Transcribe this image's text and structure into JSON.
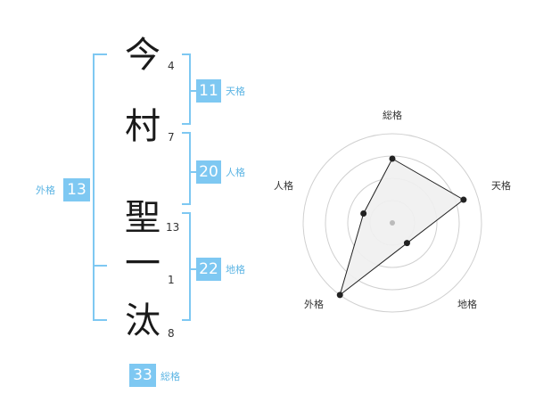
{
  "name": {
    "chars": [
      {
        "char": "今",
        "strokes": "4"
      },
      {
        "char": "村",
        "strokes": "7"
      },
      {
        "char": "聖",
        "strokes": "13"
      },
      {
        "char": "一",
        "strokes": "1"
      },
      {
        "char": "汰",
        "strokes": "8"
      }
    ]
  },
  "fortune": {
    "tenkaku": {
      "value": "11",
      "label": "天格"
    },
    "jinkaku": {
      "value": "20",
      "label": "人格"
    },
    "chikaku": {
      "value": "22",
      "label": "地格"
    },
    "gaikaku": {
      "value": "13",
      "label": "外格"
    },
    "soukaku": {
      "value": "33",
      "label": "総格"
    }
  },
  "chart_data": {
    "type": "radar",
    "axes": [
      "総格",
      "天格",
      "地格",
      "外格",
      "人格"
    ],
    "rmax": 5,
    "rings": 4,
    "values": [
      3.6,
      4.2,
      1.4,
      5.0,
      1.7
    ],
    "colors": {
      "fill": "#f0f0f0",
      "line": "#222222",
      "grid": "#d0d0d0",
      "point": "#222222",
      "center": "#bbbbbb"
    }
  }
}
